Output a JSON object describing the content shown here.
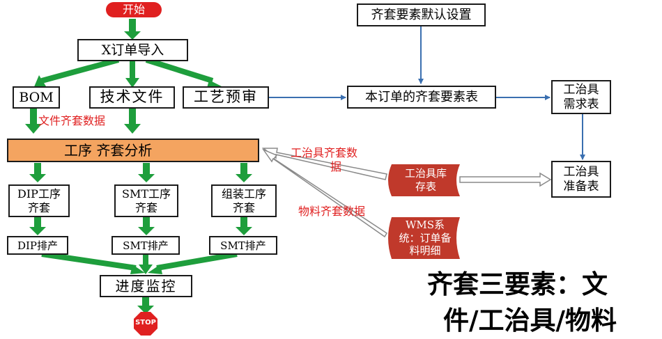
{
  "start_label": "开始",
  "stop_label": "STOP",
  "order_import": "X订单导入",
  "bom": "BOM",
  "tech_doc": "技术文件",
  "process_review": "工艺预审",
  "doc_kit_data": "文件齐套数据",
  "analysis": "工序 齐套分析",
  "dip_kit": "DIP工序齐套",
  "smt_kit": "SMT工序齐套",
  "assy_kit": "组装工序齐套",
  "dip_sched": "DIP排产",
  "smt_sched_1": "SMT排产",
  "smt_sched_2": "SMT排产",
  "progress": "进度监控",
  "default_settings": "齐套要素默认设置",
  "order_elements": "本订单的齐套要素表",
  "tool_demand": "工治具需求表",
  "tool_ready": "工治具准备表",
  "tool_kit_data_1": "工治具齐套数",
  "tool_kit_data_2": "据",
  "tool_stock": "工治具库存表",
  "material_kit_data": "物料齐套数据",
  "wms": "WMS系统：订单备料明细",
  "summary_line1": "齐套三要素：文",
  "summary_line2": "件/工治具/物料",
  "colors": {
    "green": "#1e9e3c",
    "red": "#e02020",
    "orange": "#f4a460",
    "blue": "#3a6fb0",
    "dark_red": "#c0392b"
  }
}
